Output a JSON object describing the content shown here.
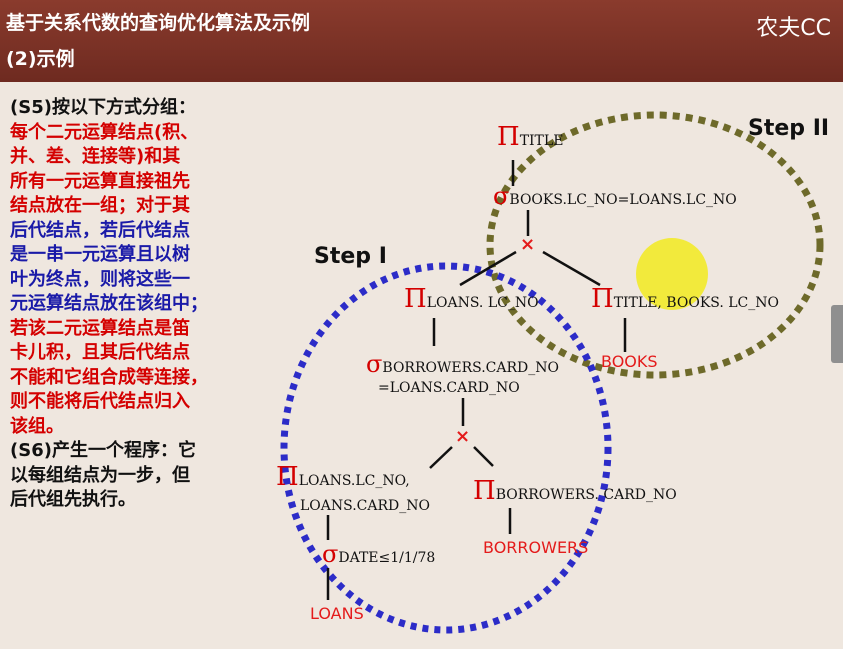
{
  "header": {
    "title_line1": "基于关系代数的查询优化算法及示例",
    "title_line2": "(2)示例",
    "brand": "农夫CC"
  },
  "left_panel": {
    "lines": [
      {
        "text": "(S5)按以下方式分组：",
        "color": "dark"
      },
      {
        "text": "每个二元运算结点(积、",
        "color": "red"
      },
      {
        "text": "并、差、连接等)和其",
        "color": "red"
      },
      {
        "text": "所有一元运算直接祖先",
        "color": "red"
      },
      {
        "text": "结点放在一组；对于其",
        "color": "red"
      },
      {
        "text": "后代结点，若后代结点",
        "color": "blue"
      },
      {
        "text": "是一串一元运算且以树",
        "color": "blue"
      },
      {
        "text": "叶为终点，则将这些一",
        "color": "blue"
      },
      {
        "text": "元运算结点放在该组中；",
        "color": "blue"
      },
      {
        "text": "若该二元运算结点是笛",
        "color": "red"
      },
      {
        "text": "卡儿积，且其后代结点",
        "color": "red"
      },
      {
        "text": "不能和它组合成等连接，",
        "color": "red"
      },
      {
        "text": "则不能将后代结点归入",
        "color": "red"
      },
      {
        "text": "该组。",
        "color": "red"
      },
      {
        "text": "(S6)产生一个程序：它",
        "color": "dark"
      },
      {
        "text": "以每组结点为一步，但",
        "color": "dark"
      },
      {
        "text": "后代组先执行。",
        "color": "dark"
      }
    ]
  },
  "steps": {
    "step1": "Step I",
    "step2": "Step II"
  },
  "tree": {
    "pi_symbol": "Π",
    "sigma_symbol": "σ",
    "times_symbol": "×",
    "root_pi": "TITLE",
    "root_sigma": "BOOKS.LC_NO=LOANS.LC_NO",
    "pi_loans": "LOANS. LC_NO",
    "pi_title_books": "TITLE, BOOKS. LC_NO",
    "rel_books": "BOOKS",
    "sigma_borrowers_1": "BORROWERS.CARD_NO",
    "sigma_borrowers_2": "=LOANS.CARD_NO",
    "pi_loans2_1": "LOANS.LC_NO,",
    "pi_loans2_2": "LOANS.CARD_NO",
    "pi_borrowers": "BORROWERS. CARD_NO",
    "rel_borrowers": "BORROWERS",
    "sigma_date": "DATE≤1/1/78",
    "rel_loans": "LOANS"
  },
  "colors": {
    "header": "#7a3024",
    "red_text": "#d40000",
    "blue_text": "#1a1aa8",
    "step1_ellipse": "#2c2cc8",
    "step2_ellipse": "#6e6a2a",
    "pointer": "#f2ea2a"
  }
}
